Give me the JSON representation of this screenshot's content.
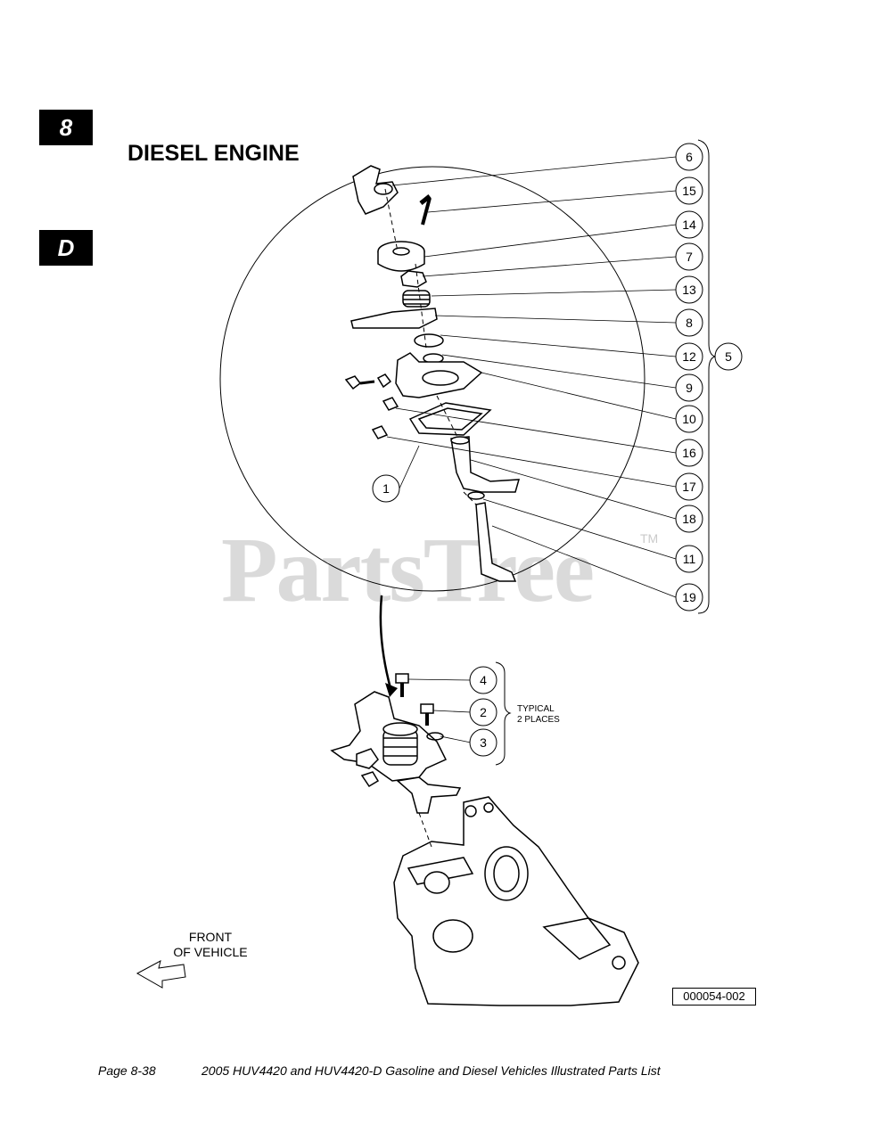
{
  "tabs": {
    "chapter": "8",
    "section": "D"
  },
  "title": "DIESEL ENGINE",
  "callouts_right": [
    "6",
    "15",
    "14",
    "7",
    "13",
    "8",
    "12",
    "9",
    "10",
    "16",
    "17",
    "18",
    "11",
    "19"
  ],
  "callout_group": "5",
  "callout_left": "1",
  "callouts_lower": [
    "4",
    "2",
    "3"
  ],
  "typical_note": {
    "line1": "TYPICAL",
    "line2": "2 PLACES"
  },
  "front_label": {
    "line1": "FRONT",
    "line2": "OF VEHICLE"
  },
  "figure_id": "000054-002",
  "watermark": {
    "text": "PartsTree",
    "tm": "TM"
  },
  "footer": {
    "page": "Page 8-38",
    "doc_title": "2005 HUV4420 and HUV4420-D Gasoline and Diesel Vehicles Illustrated Parts List"
  }
}
